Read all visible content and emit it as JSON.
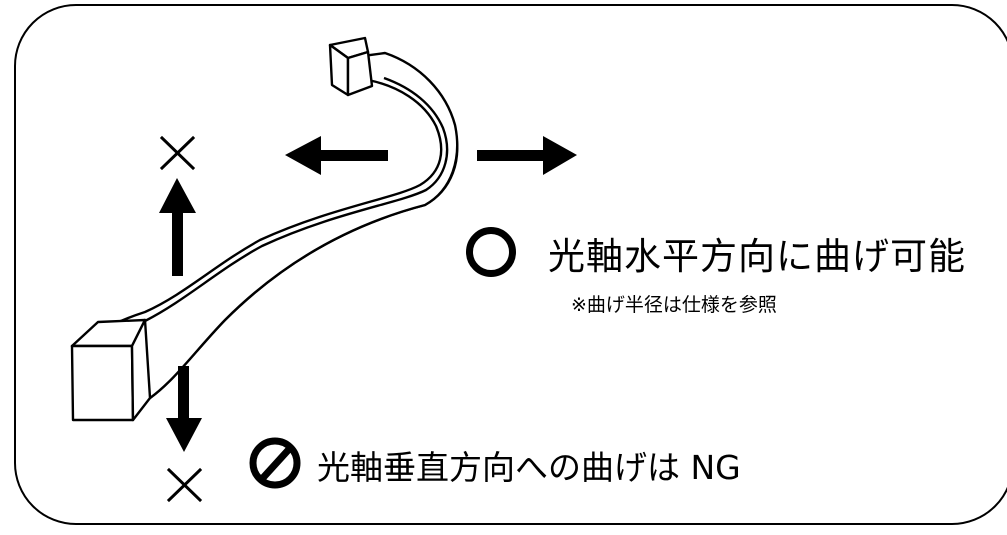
{
  "diagram": {
    "ok_caption": "光軸水平方向に曲げ可能",
    "ok_note": "※曲げ半径は仕様を参照",
    "ng_caption": "光軸垂直方向への曲げは NG",
    "ok_symbol": "circle-symbol",
    "ng_symbol": "prohibited-symbol",
    "cross_symbol": "cross-symbol"
  }
}
